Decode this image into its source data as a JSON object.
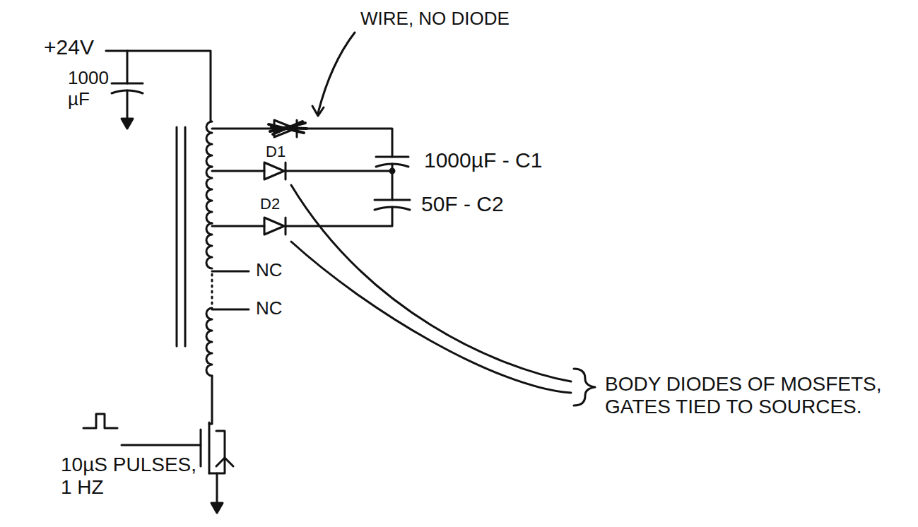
{
  "diagram": {
    "labels": [
      "WIRE, NO DIODE",
      "+24V",
      "1000 µF",
      "1000µF - C1",
      "D1",
      "D2",
      "50F - C2",
      "NC",
      "NC",
      "BODY DIODES OF MOSFETS, GATES TIED TO SOURCES.",
      "10µS PULSES, 1 HZ"
    ]
  }
}
